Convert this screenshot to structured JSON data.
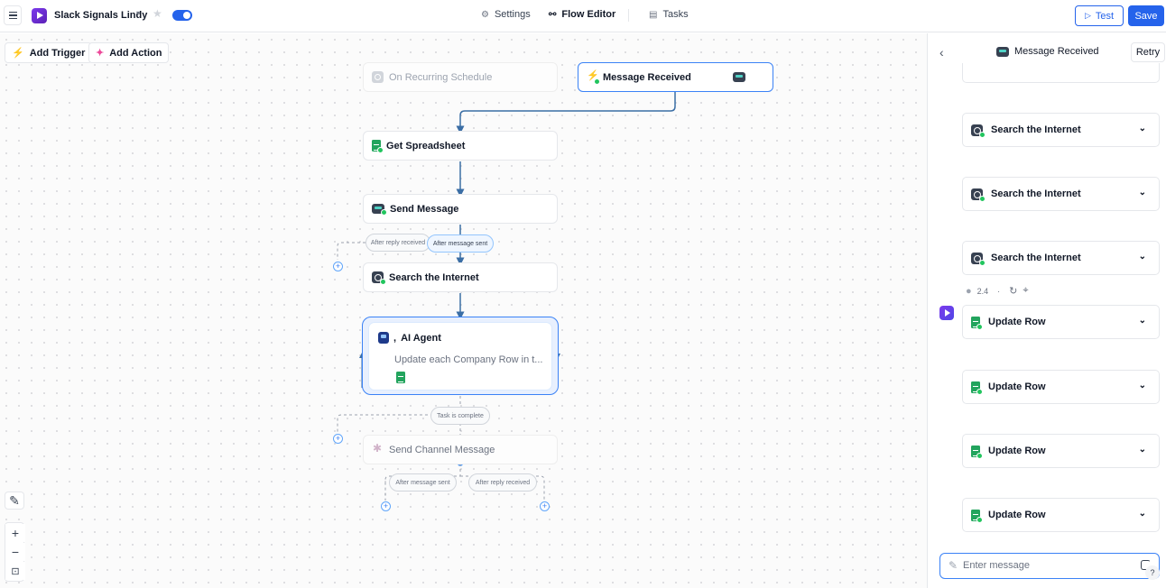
{
  "header": {
    "app_title": "Slack Signals Lindy",
    "nav": {
      "settings": "Settings",
      "flow_editor": "Flow Editor",
      "tasks": "Tasks"
    },
    "test_label": "Test",
    "save_label": "Save",
    "accent_color": "#2563eb"
  },
  "toolbar": {
    "add_trigger": "Add Trigger",
    "add_action": "Add Action"
  },
  "flow": {
    "nodes": {
      "recurring": "On Recurring Schedule",
      "message_received": "Message Received",
      "get_spreadsheet": "Get Spreadsheet",
      "send_message": "Send Message",
      "search_internet": "Search the Internet",
      "ai_agent_title": "AI Agent",
      "ai_agent_prefix": ",",
      "ai_agent_desc": "Update each Company Row in t...",
      "send_channel_message": "Send Channel Message"
    },
    "edge_labels": {
      "after_reply_1": "After reply received",
      "after_sent_1": "After message sent",
      "task_complete": "Task is complete",
      "after_sent_2": "After message sent",
      "after_reply_2": "After reply received"
    }
  },
  "panel": {
    "title": "Message Received",
    "retry_label": "Retry",
    "steps": [
      "Search the Internet",
      "Search the Internet",
      "Search the Internet"
    ],
    "meta_value": "2.4",
    "meta_sep": "·",
    "updates": [
      "Update Row",
      "Update Row",
      "Update Row",
      "Update Row"
    ],
    "input_placeholder": "Enter message",
    "help_label": "?"
  }
}
